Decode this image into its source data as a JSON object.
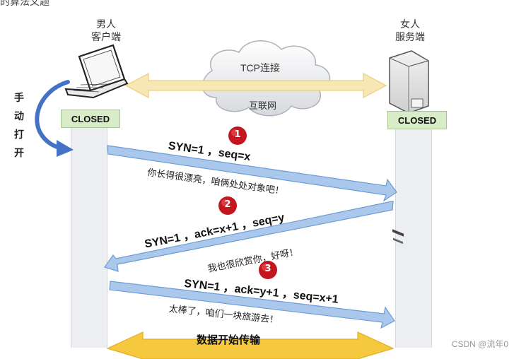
{
  "top_cut_text": "的算法文题",
  "client": {
    "name": "男人",
    "role": "客户端",
    "state": "CLOSED"
  },
  "server": {
    "name": "女人",
    "role": "服务端",
    "state": "CLOSED"
  },
  "manual_open": "手动打开",
  "cloud": {
    "top_label": "TCP连接",
    "bottom_label": "互联网"
  },
  "steps": [
    {
      "number": "1",
      "header": "SYN=1 ，seq=x",
      "caption": "你长得很漂亮，咱俩处处对象吧！"
    },
    {
      "number": "2",
      "header": "SYN=1 ，ack=x+1 ，seq=y",
      "caption": "我也很欣赏你，好呀！"
    },
    {
      "number": "3",
      "header": "SYN=1 ，ack=y+1 ，seq=x+1",
      "caption": "太棒了，咱们一块旅游去！"
    }
  ],
  "data_transfer": "数据开始传输",
  "watermark": "CSDN @流年0",
  "colors": {
    "arrow_fill": "#a9c8ec",
    "arrow_stroke": "#6e9bd3",
    "link_arrow_fill": "#f6e7b4",
    "data_arrow_fill": "#f6c83e",
    "badge_red": "#c3171d",
    "closed_fill": "#d9ecc8",
    "curved_arrow": "#4472c4"
  }
}
